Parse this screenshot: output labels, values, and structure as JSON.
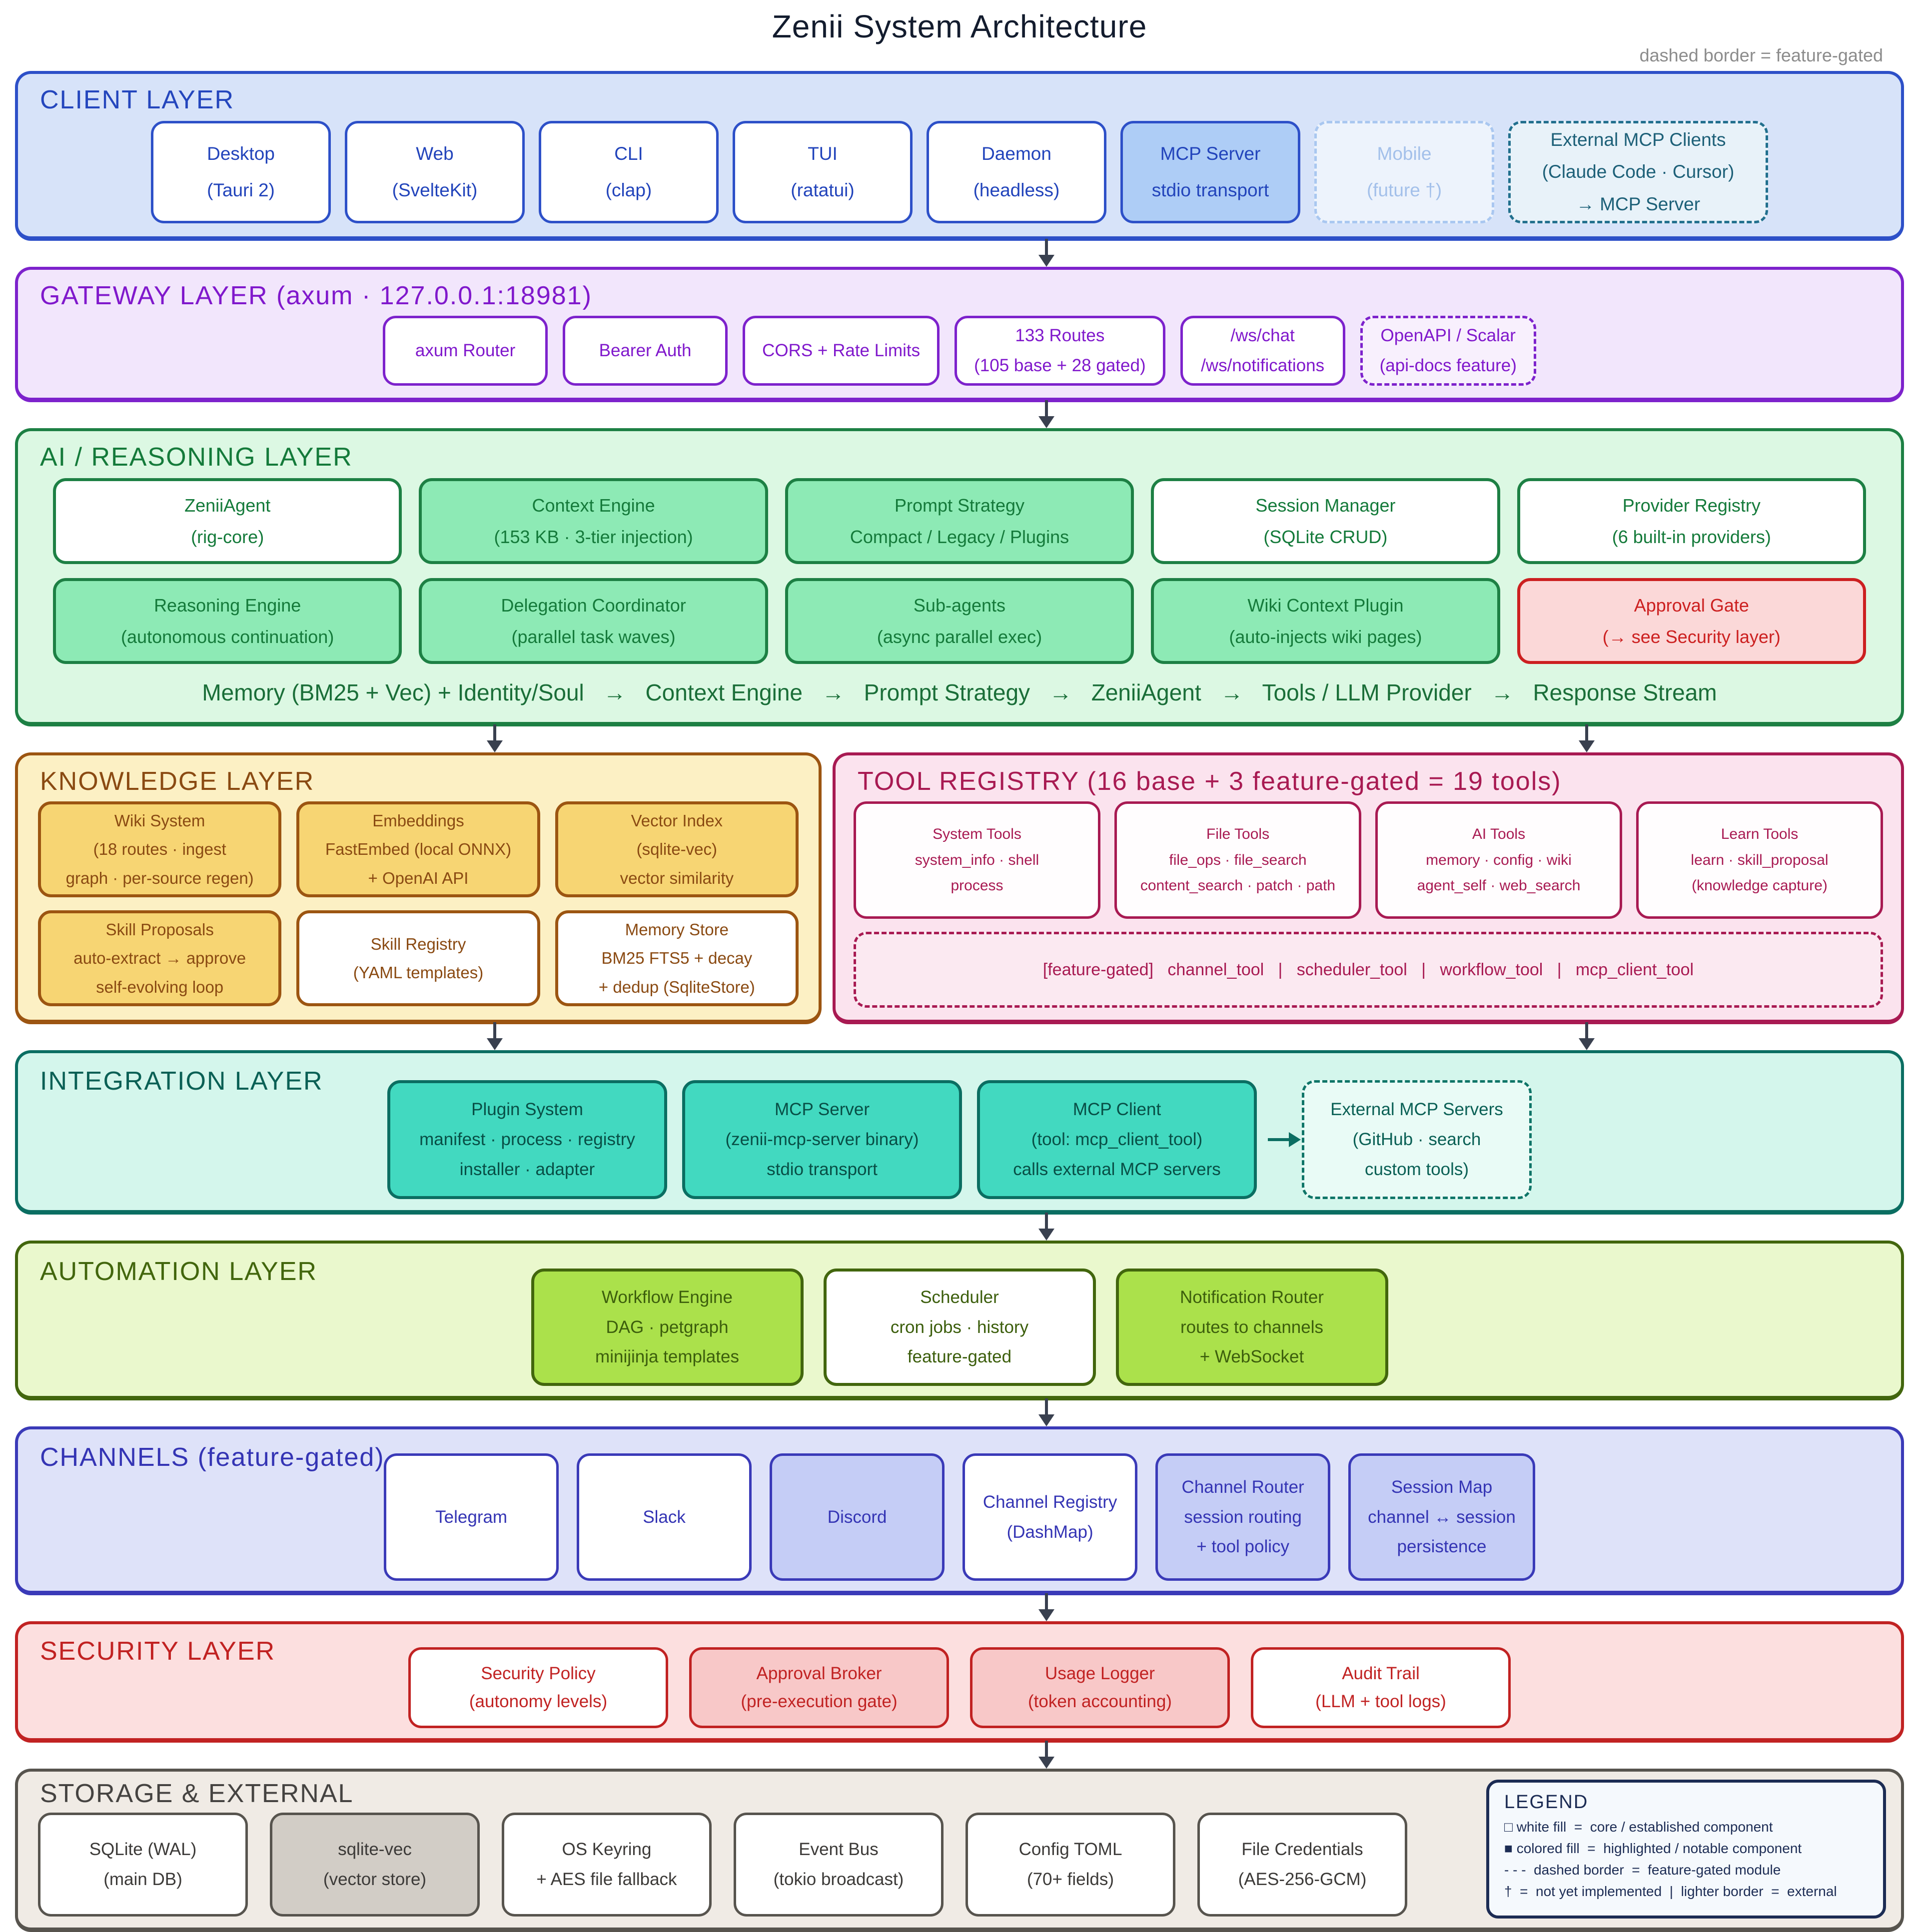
{
  "title": "Zenii System Architecture",
  "note": "dashed border = feature-gated",
  "colors": {
    "client_accent": "#2d50c8",
    "gateway_accent": "#7d22cc",
    "ai_accent": "#1d8044",
    "knowledge_accent": "#9c5511",
    "tools_accent": "#a81a52",
    "integration_accent": "#0b6e62",
    "automation_accent": "#42660d",
    "channels_accent": "#3a3ab8",
    "security_accent": "#c12222",
    "storage_accent": "#57544e",
    "arrow": "#39404f",
    "alert_red": "#cc2020"
  },
  "client": {
    "title": "CLIENT LAYER",
    "boxes": [
      {
        "lines": [
          "Desktop",
          "(Tauri 2)"
        ]
      },
      {
        "lines": [
          "Web",
          "(SvelteKit)"
        ]
      },
      {
        "lines": [
          "CLI",
          "(clap)"
        ]
      },
      {
        "lines": [
          "TUI",
          "(ratatui)"
        ]
      },
      {
        "lines": [
          "Daemon",
          "(headless)"
        ]
      },
      {
        "lines": [
          "MCP Server",
          "stdio transport"
        ]
      },
      {
        "lines": [
          "Mobile",
          "(future †)"
        ]
      },
      {
        "lines": [
          "External MCP Clients",
          "(Claude Code · Cursor)",
          "→ MCP Server"
        ]
      }
    ]
  },
  "gateway": {
    "title": "GATEWAY LAYER  (axum  ·  127.0.0.1:18981)",
    "boxes": [
      {
        "lines": [
          "axum Router"
        ]
      },
      {
        "lines": [
          "Bearer Auth"
        ]
      },
      {
        "lines": [
          "CORS + Rate Limits"
        ]
      },
      {
        "lines": [
          "133 Routes",
          "(105 base + 28 gated)"
        ]
      },
      {
        "lines": [
          "/ws/chat",
          "/ws/notifications"
        ]
      },
      {
        "lines": [
          "OpenAPI / Scalar",
          "(api-docs feature)"
        ]
      }
    ]
  },
  "ai": {
    "title": "AI / REASONING LAYER",
    "row1": [
      {
        "lines": [
          "ZeniiAgent",
          "(rig-core)"
        ]
      },
      {
        "lines": [
          "Context Engine",
          "(153 KB · 3-tier injection)"
        ]
      },
      {
        "lines": [
          "Prompt Strategy",
          "Compact / Legacy / Plugins"
        ]
      },
      {
        "lines": [
          "Session Manager",
          "(SQLite CRUD)"
        ]
      },
      {
        "lines": [
          "Provider Registry",
          "(6 built-in providers)"
        ]
      }
    ],
    "row2": [
      {
        "lines": [
          "Reasoning Engine",
          "(autonomous continuation)"
        ]
      },
      {
        "lines": [
          "Delegation Coordinator",
          "(parallel task waves)"
        ]
      },
      {
        "lines": [
          "Sub-agents",
          "(async parallel exec)"
        ]
      },
      {
        "lines": [
          "Wiki Context Plugin",
          "(auto-injects wiki pages)"
        ]
      },
      {
        "lines": [
          "Approval Gate",
          "(→ see Security layer)"
        ]
      }
    ],
    "flow": "Memory (BM25 + Vec) + Identity/Soul   →   Context Engine   →   Prompt Strategy   →   ZeniiAgent   →   Tools / LLM Provider   →   Response Stream"
  },
  "knowledge": {
    "title": "KNOWLEDGE LAYER",
    "boxes": [
      {
        "lines": [
          "Wiki System",
          "(18 routes · ingest",
          "graph · per-source regen)"
        ]
      },
      {
        "lines": [
          "Embeddings",
          "FastEmbed (local ONNX)",
          "+ OpenAI API"
        ]
      },
      {
        "lines": [
          "Vector Index",
          "(sqlite-vec)",
          "vector similarity"
        ]
      },
      {
        "lines": [
          "Skill Proposals",
          "auto-extract → approve",
          "self-evolving loop"
        ]
      },
      {
        "lines": [
          "Skill Registry",
          "(YAML templates)"
        ]
      },
      {
        "lines": [
          "Memory Store",
          "BM25 FTS5 + decay",
          "+ dedup (SqliteStore)"
        ]
      }
    ]
  },
  "tools": {
    "title": "TOOL REGISTRY  (16 base + 3 feature-gated = 19 tools)",
    "boxes": [
      {
        "lines": [
          "System Tools",
          "system_info · shell",
          "process"
        ]
      },
      {
        "lines": [
          "File Tools",
          "file_ops · file_search",
          "content_search · patch · path"
        ]
      },
      {
        "lines": [
          "AI Tools",
          "memory · config · wiki",
          "agent_self · web_search"
        ]
      },
      {
        "lines": [
          "Learn Tools",
          "learn · skill_proposal",
          "(knowledge capture)"
        ]
      }
    ],
    "gated": "[feature-gated]   channel_tool   |   scheduler_tool   |   workflow_tool   |   mcp_client_tool"
  },
  "integration": {
    "title": "INTEGRATION LAYER",
    "boxes": [
      {
        "lines": [
          "Plugin System",
          "manifest · process · registry",
          "installer · adapter"
        ]
      },
      {
        "lines": [
          "MCP Server",
          "(zenii-mcp-server binary)",
          "stdio transport"
        ]
      },
      {
        "lines": [
          "MCP Client",
          "(tool: mcp_client_tool)",
          "calls external MCP servers"
        ]
      },
      {
        "lines": [
          "External MCP Servers",
          "(GitHub · search",
          "custom tools)"
        ]
      }
    ]
  },
  "automation": {
    "title": "AUTOMATION LAYER",
    "boxes": [
      {
        "lines": [
          "Workflow Engine",
          "DAG · petgraph",
          "minijinja templates"
        ]
      },
      {
        "lines": [
          "Scheduler",
          "cron jobs · history",
          "feature-gated"
        ]
      },
      {
        "lines": [
          "Notification Router",
          "routes to channels",
          "+ WebSocket"
        ]
      }
    ]
  },
  "channels": {
    "title": "CHANNELS  (feature-gated)",
    "boxes": [
      {
        "lines": [
          "Telegram"
        ]
      },
      {
        "lines": [
          "Slack"
        ]
      },
      {
        "lines": [
          "Discord"
        ]
      },
      {
        "lines": [
          "Channel Registry",
          "(DashMap)"
        ]
      },
      {
        "lines": [
          "Channel Router",
          "session routing",
          "+ tool policy"
        ]
      },
      {
        "lines": [
          "Session Map",
          "channel ↔ session",
          "persistence"
        ]
      }
    ]
  },
  "security": {
    "title": "SECURITY LAYER",
    "boxes": [
      {
        "lines": [
          "Security Policy",
          "(autonomy levels)"
        ]
      },
      {
        "lines": [
          "Approval Broker",
          "(pre-execution gate)"
        ]
      },
      {
        "lines": [
          "Usage Logger",
          "(token accounting)"
        ]
      },
      {
        "lines": [
          "Audit Trail",
          "(LLM + tool logs)"
        ]
      }
    ]
  },
  "storage": {
    "title": "STORAGE & EXTERNAL",
    "boxes": [
      {
        "lines": [
          "SQLite (WAL)",
          "(main DB)"
        ]
      },
      {
        "lines": [
          "sqlite-vec",
          "(vector store)"
        ]
      },
      {
        "lines": [
          "OS Keyring",
          "+ AES file fallback"
        ]
      },
      {
        "lines": [
          "Event Bus",
          "(tokio broadcast)"
        ]
      },
      {
        "lines": [
          "Config TOML",
          "(70+ fields)"
        ]
      },
      {
        "lines": [
          "File Credentials",
          "(AES-256-GCM)"
        ]
      }
    ],
    "legend": {
      "title": "LEGEND",
      "lines": [
        "□ white fill  =  core / established component",
        "■ colored fill  =  highlighted / notable component",
        "- - -  dashed border  =  feature-gated module",
        "†  =  not yet implemented  |  lighter border  =  external"
      ]
    }
  }
}
